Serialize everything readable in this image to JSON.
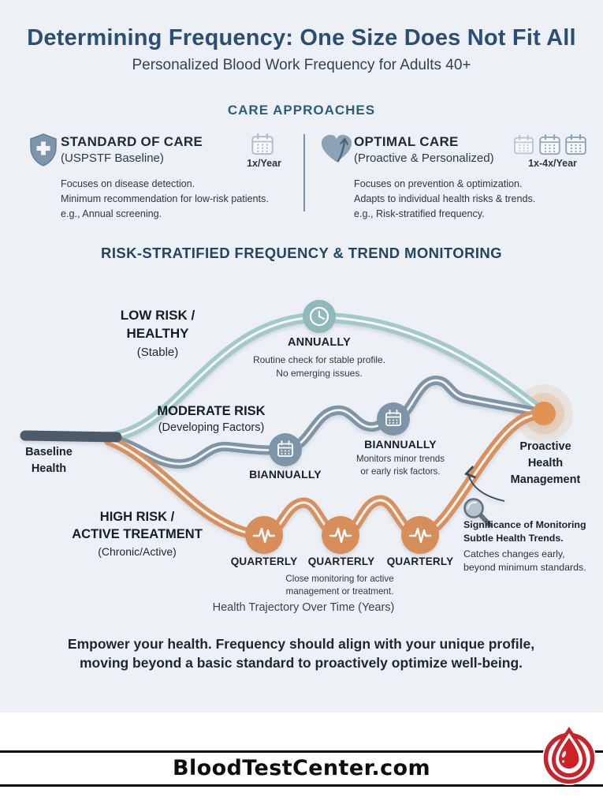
{
  "colors": {
    "background": "#edf1f6",
    "title_navy": "#2b4e74",
    "steel_blue": "#2e5b7d",
    "teal_path": "#a5c8c9",
    "slate_path": "#7e95a7",
    "orange_path": "#d9905f",
    "baseline_dark": "#4b5b69",
    "brand_red": "#c9242b"
  },
  "header": {
    "title": "Determining Frequency: One Size Does Not Fit All",
    "subtitle": "Personalized Blood Work Frequency for Adults 40+"
  },
  "care": {
    "heading": "CARE APPROACHES",
    "standard": {
      "icon": "shield-cross-icon",
      "title": "STANDARD OF CARE",
      "subtitle": "(USPSTF Baseline)",
      "frequency": "1x/Year",
      "desc": [
        "Focuses on disease detection.",
        "Minimum recommendation for low-risk patients.",
        "e.g., Annual screening."
      ]
    },
    "optimal": {
      "icon": "heart-arrow-icon",
      "title": "OPTIMAL CARE",
      "subtitle": "(Proactive & Personalized)",
      "frequency": "1x-4x/Year",
      "desc": [
        "Focuses on prevention & optimization.",
        "Adapts to individual health risks & trends.",
        "e.g., Risk-stratified frequency."
      ]
    }
  },
  "diagram": {
    "heading": "RISK-STRATIFIED FREQUENCY & TREND MONITORING",
    "baseline_label": [
      "Baseline",
      "Health"
    ],
    "end_label": [
      "Proactive",
      "Health",
      "Management"
    ],
    "low": {
      "risk_line1": "LOW RISK /",
      "risk_line2": "HEALTHY",
      "risk_sub": "(Stable)",
      "node_icon": "clock-icon",
      "node_label": "ANNUALLY",
      "desc": [
        "Routine check for stable profile.",
        "No emerging issues."
      ]
    },
    "moderate": {
      "risk_line1": "MODERATE RISK",
      "risk_sub": "(Developing Factors)",
      "node_icon": "calendar-icon",
      "node1_label": "BIANNUALLY",
      "node2_label": "BIANNUALLY",
      "node2_desc": [
        "Monitors minor trends",
        "or early risk factors."
      ]
    },
    "high": {
      "risk_line1": "HIGH RISK /",
      "risk_line2": "ACTIVE TREATMENT",
      "risk_sub": "(Chronic/Active)",
      "node_icon": "ecg-pulse-icon",
      "node_labels": [
        "QUARTERLY",
        "QUARTERLY",
        "QUARTERLY"
      ],
      "desc": [
        "Close monitoring for active",
        "management or treatment."
      ]
    },
    "note": {
      "icon": "magnifier-icon",
      "bold": [
        "Significance of Monitoring",
        "Subtle Health Trends."
      ],
      "plain": [
        "Catches changes early,",
        "beyond minimum standards."
      ]
    },
    "axis_label": "Health Trajectory Over Time (Years)"
  },
  "message": {
    "lines": [
      "Empower your health. Frequency should align with your unique profile,",
      "moving beyond a basic standard to proactively optimize well-being."
    ]
  },
  "footer": {
    "brand": "BloodTestCenter.com",
    "logo": "blood-drop-icon"
  }
}
